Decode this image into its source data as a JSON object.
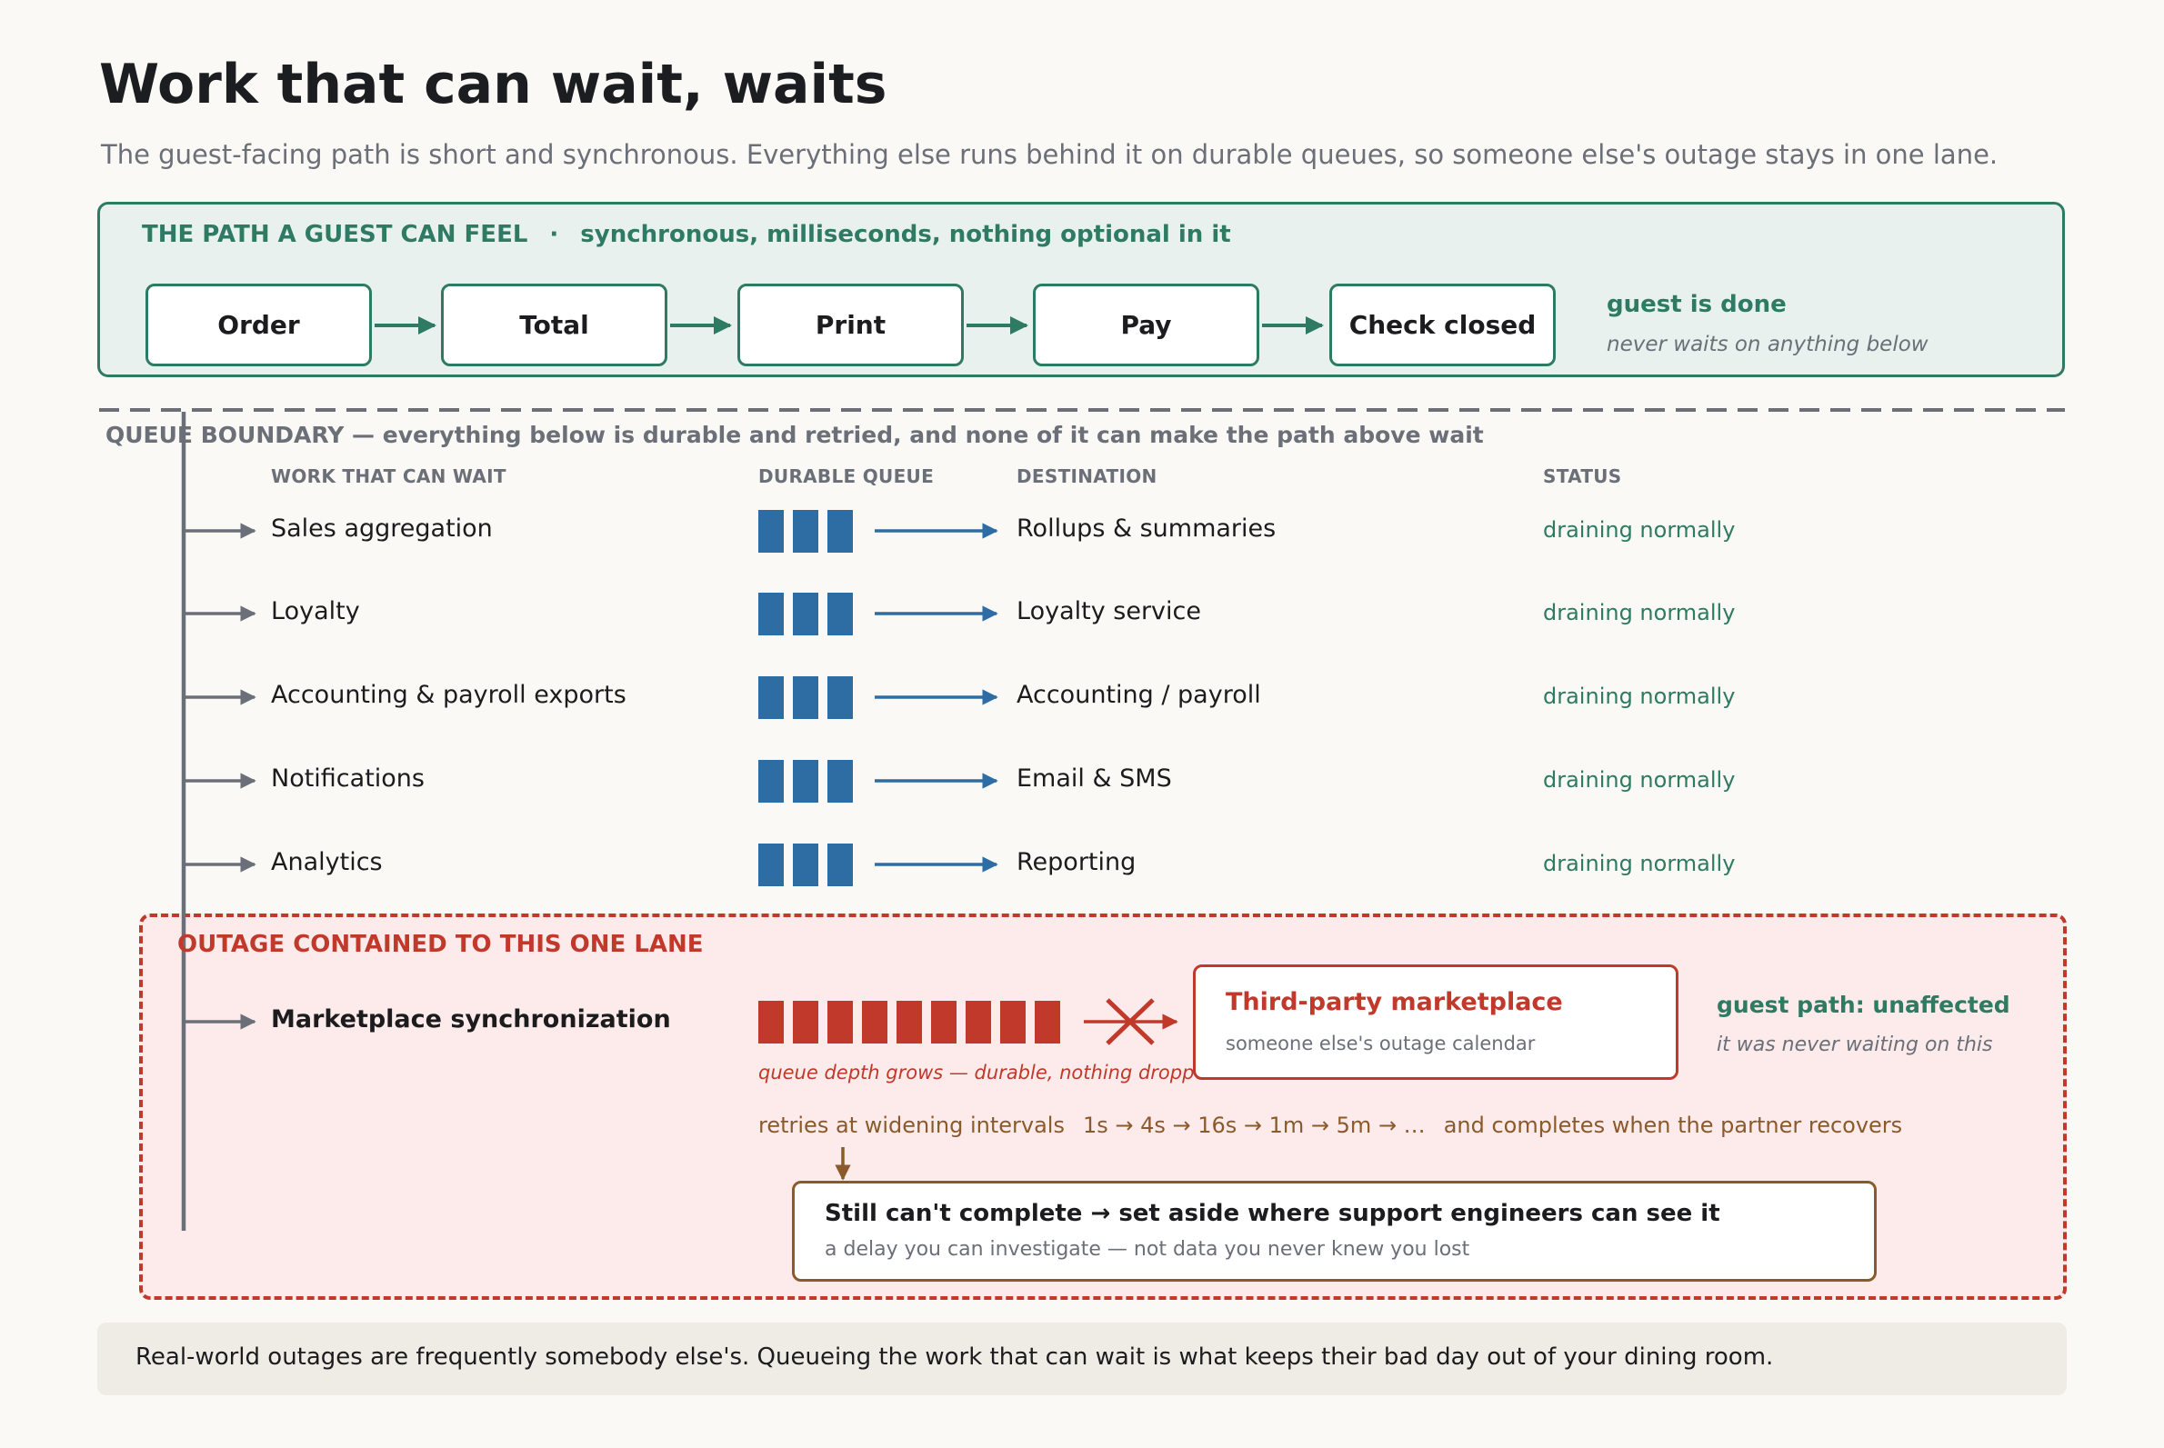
{
  "title": "Work that can wait, waits",
  "subtitle": "The guest-facing path is short and synchronous. Everything else runs behind it on durable queues, so someone else's outage stays in one lane.",
  "sync_path": {
    "heading": "THE PATH A GUEST CAN FEEL",
    "separator": "·",
    "heading_note": "synchronous, milliseconds, nothing optional in it",
    "steps": [
      "Order",
      "Total",
      "Print",
      "Pay",
      "Check closed"
    ],
    "done_title": "guest is done",
    "done_note": "never waits on anything below"
  },
  "boundary": {
    "label": "QUEUE BOUNDARY  —  everything below is durable and retried, and none of it can make the path above wait"
  },
  "columns": {
    "work": "WORK THAT CAN WAIT",
    "queue": "DURABLE QUEUE",
    "destination": "DESTINATION",
    "status": "STATUS"
  },
  "lanes": [
    {
      "work": "Sales aggregation",
      "destination": "Rollups & summaries",
      "status": "draining normally",
      "queue_depth": 3
    },
    {
      "work": "Loyalty",
      "destination": "Loyalty service",
      "status": "draining normally",
      "queue_depth": 3
    },
    {
      "work": "Accounting & payroll exports",
      "destination": "Accounting / payroll",
      "status": "draining normally",
      "queue_depth": 3
    },
    {
      "work": "Notifications",
      "destination": "Email & SMS",
      "status": "draining normally",
      "queue_depth": 3
    },
    {
      "work": "Analytics",
      "destination": "Reporting",
      "status": "draining normally",
      "queue_depth": 3
    }
  ],
  "outage": {
    "heading": "OUTAGE CONTAINED TO THIS ONE LANE",
    "work": "Marketplace synchronization",
    "queue_depth": 9,
    "queue_note": "queue depth grows — durable, nothing dropped",
    "destination_name": "Third-party marketplace",
    "destination_note": "someone else's outage calendar",
    "unaffected_title": "guest path: unaffected",
    "unaffected_note": "it was never waiting on this",
    "retries_label": "retries at widening intervals",
    "retries_schedule": "1s → 4s → 16s → 1m → 5m → …",
    "retries_outcome": "and completes when the partner recovers",
    "aside_title": "Still can't complete → set aside where support engineers can see it",
    "aside_note": "a delay you can investigate — not data you never knew you lost"
  },
  "footer": "Real-world outages are frequently somebody else's. Queueing the work that can wait is what keeps their bad day out of your dining room.",
  "colors": {
    "green": "#2e7a62",
    "blue": "#2e6da4",
    "red": "#c0392b",
    "brown": "#8a5a2b",
    "gray": "#6b6f78"
  }
}
